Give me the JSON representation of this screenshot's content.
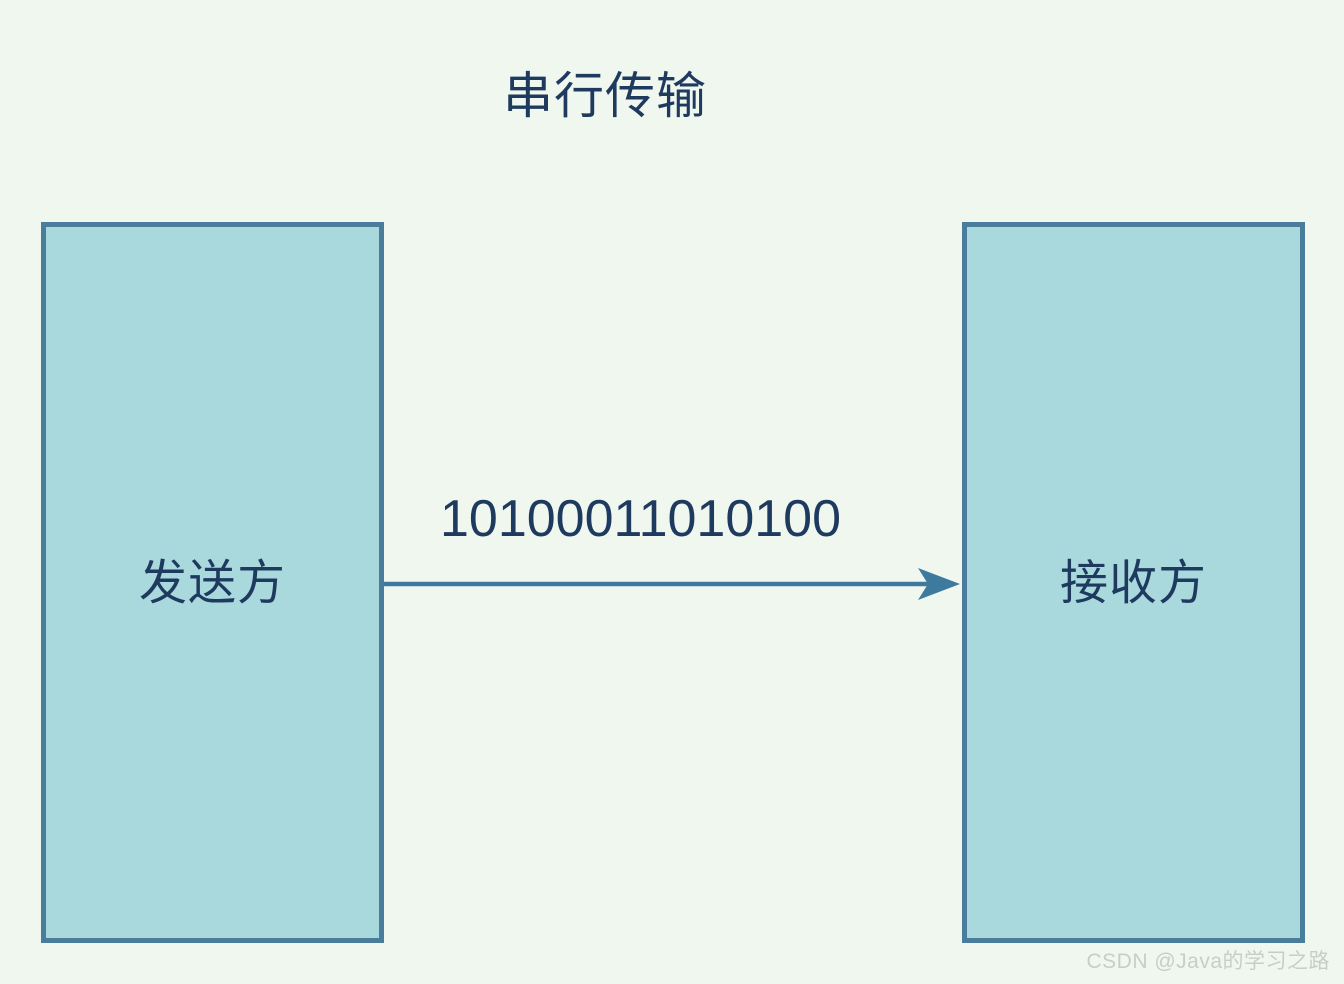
{
  "diagram": {
    "title": "串行传输",
    "background_color": "#EFF7EF",
    "text_color": "#1F3A5F",
    "node_fill_color": "#A9D9DD",
    "node_border_color": "#4A7C9B",
    "connector_color": "#3D7A9E",
    "nodes": [
      {
        "id": "sender",
        "label": "发送方"
      },
      {
        "id": "receiver",
        "label": "接收方"
      }
    ],
    "connector": {
      "label": "10100011010100",
      "direction": "left-to-right",
      "arrowhead": "barbed-triangle",
      "from": "sender",
      "to": "receiver"
    }
  },
  "watermark": {
    "text": "CSDN @Java的学习之路",
    "color": "#C9CDC9"
  }
}
